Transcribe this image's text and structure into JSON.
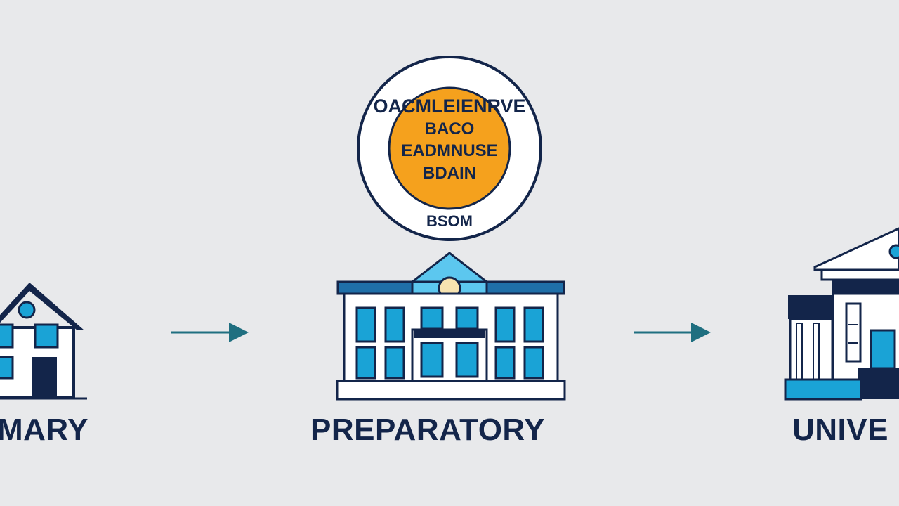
{
  "stages": [
    {
      "label": "MARY"
    },
    {
      "label": "PREPARATORY"
    },
    {
      "label": "UNIVE"
    }
  ],
  "badge": {
    "ring_text": "OACMLEIENRVE",
    "center_lines": [
      "BACO",
      "EADMNUSE",
      "BDAIN"
    ],
    "bottom_text": "BSOM"
  },
  "colors": {
    "background": "#e8e9eb",
    "navy": "#13254a",
    "blue": "#1aa3d6",
    "teal_arrow": "#1f6f80",
    "badge_orange": "#f5a11d"
  },
  "icons": [
    "house-icon",
    "arrow-right-icon",
    "school-building-icon",
    "university-building-icon",
    "badge-seal-icon"
  ]
}
